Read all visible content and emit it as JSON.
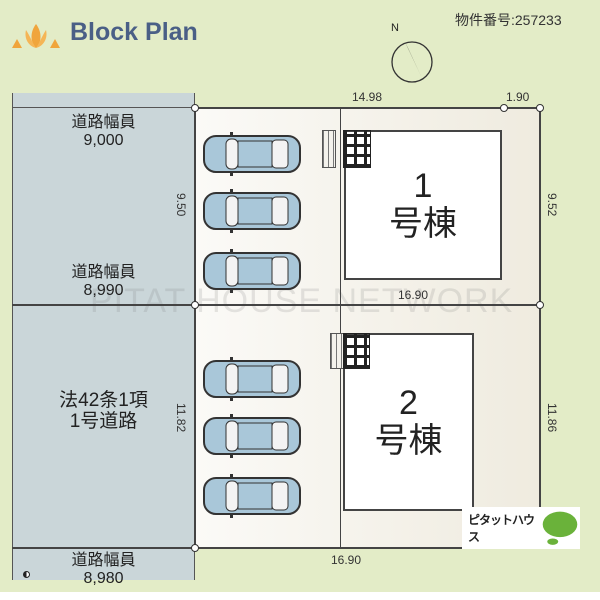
{
  "header": {
    "title": "Block Plan",
    "property_number": "物件番号:257233",
    "logo_icon": "lotus-icon",
    "compass_label": "N"
  },
  "road": {
    "width_label_1": "道路幅員",
    "width_value_1": "9,000",
    "width_label_2": "道路幅員",
    "width_value_2": "8,990",
    "classification_line1": "法42条1項",
    "classification_line2": "1号道路",
    "width_label_3": "道路幅員",
    "width_value_3": "8,980"
  },
  "dimensions": {
    "top_main": "14.98",
    "top_side": "1.90",
    "left_upper": "9.50",
    "right_upper": "9.52",
    "middle": "16.90",
    "left_lower": "11.82",
    "right_lower": "11.86",
    "bottom": "16.90"
  },
  "buildings": [
    {
      "number": "1",
      "suffix": "号棟"
    },
    {
      "number": "2",
      "suffix": "号棟"
    }
  ],
  "watermark": "PITAT HOUSE NETWORK",
  "brand": {
    "name": "ピタットハウス",
    "color": "#6ab23a"
  },
  "colors": {
    "background": "#e3ecc7",
    "road": "#cad6d9",
    "title": "#4a5f86",
    "car": "#a9c7d9"
  }
}
